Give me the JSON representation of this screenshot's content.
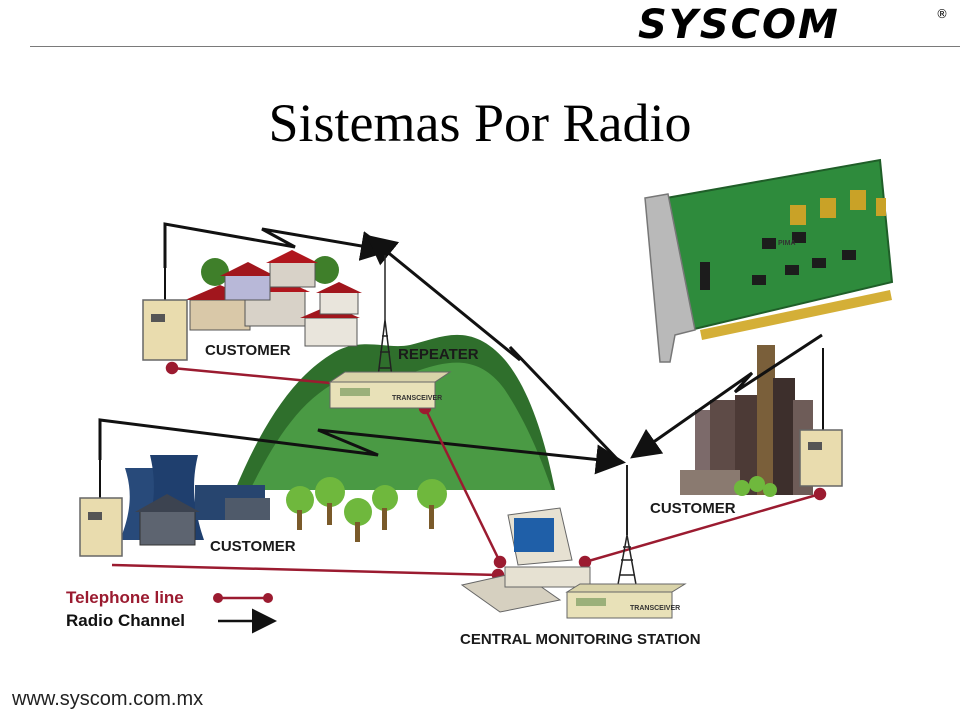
{
  "header": {
    "brand": "SYSCOM",
    "registered_mark": "®"
  },
  "slide": {
    "title": "Sistemas Por Radio"
  },
  "diagram": {
    "nodes": {
      "customer_residential": "CUSTOMER",
      "repeater": "REPEATER",
      "customer_industrial": "CUSTOMER",
      "customer_city": "CUSTOMER",
      "central_station": "CENTRAL MONITORING STATION"
    },
    "device_labels": {
      "transceiver": "TRANSCEIVER",
      "card_brand": "PIMA"
    },
    "legend": [
      {
        "label": "Telephone line",
        "color": "#9b1b30"
      },
      {
        "label": "Radio Channel",
        "color": "#111111"
      }
    ]
  },
  "footer": {
    "url": "www.syscom.com.mx"
  },
  "colors": {
    "telephone_line": "#9b1b30",
    "radio_channel": "#111111",
    "hill": "#3f8a3a",
    "pcb": "#2e8b3c"
  }
}
